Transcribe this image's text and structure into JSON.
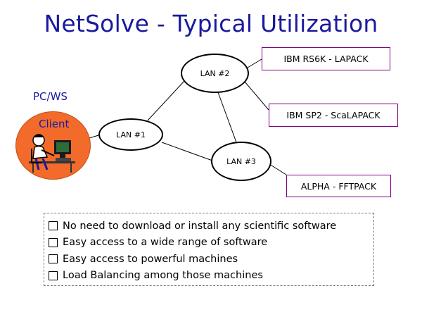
{
  "title": "NetSolve - Typical Utilization",
  "pc_label": "PC/WS",
  "client": {
    "label": "Client",
    "icon": "user-at-computer-icon"
  },
  "nodes": {
    "lan1": "LAN #1",
    "lan2": "LAN #2",
    "lan3": "LAN #3"
  },
  "servers": {
    "ibm_rs6k": "IBM RS6K - LAPACK",
    "ibm_sp2": "IBM SP2 - ScaLAPACK",
    "alpha": "ALPHA - FFTPACK"
  },
  "bullets": [
    "No need to download or install any scientific software",
    "Easy access to a wide range of software",
    "Easy access to powerful machines",
    "Load Balancing among those machines"
  ],
  "colors": {
    "title": "#1a1a9e",
    "client_fill": "#f36b2b",
    "box_border": "#800080"
  }
}
